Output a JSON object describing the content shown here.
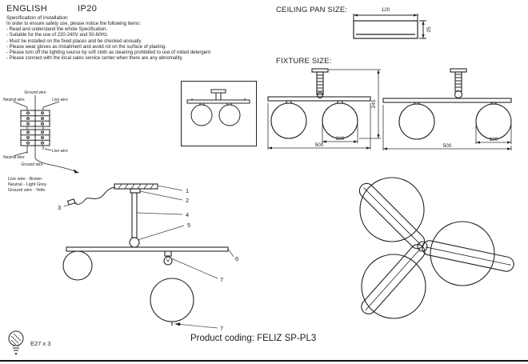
{
  "header": {
    "language": "ENGLISH",
    "ip_rating": "IP20"
  },
  "spec": {
    "title": "Specification of installation",
    "intro": "In order to ensure safety use, please notice the following items:",
    "items": [
      "- Read and understand the whole Specification.",
      "- Suitable for the use of 220-240V and 50-60Hz.",
      "- Must be installed on the fixed places and be checked annually",
      "- Please wear gloves as installment and avoid rot on the surface of plaetng.",
      "- Please turn off the lighting source by soft cloth as cleaning prohibited to use of rotted detergent",
      "- Please connect with the local sales service center when there are any abnomality."
    ]
  },
  "ceiling_pan": {
    "label": "CEILING PAN SIZE:",
    "width_mm": "120",
    "depth_mm": "25"
  },
  "fixture_size": {
    "label": "FIXTURE SIZE:",
    "height_mm": "245",
    "width_mm": "500",
    "shade_diameter_mm": "180"
  },
  "wiring": {
    "labels": {
      "ground_top": "Ground wire",
      "neutral_top": "Neutral wire",
      "live_top": "Live wire",
      "live_bottom": "Live wire",
      "neutral_bottom": "Neutral wire",
      "ground_bottom": "Ground wire"
    },
    "legend": {
      "live": "Live wire - Brown",
      "neutral": "Neutral - Light Grey",
      "ground": "Ground wire - Yello"
    }
  },
  "assembly": {
    "callouts": {
      "c1": "1",
      "c2": "2",
      "c3": "3",
      "c4": "4",
      "c5": "5",
      "c6": "6",
      "c7a": "7",
      "c7b": "7"
    }
  },
  "footer": {
    "bulb_spec": "E27 x 3",
    "product_coding": "Product coding: FELIZ SP-PL3"
  },
  "colors": {
    "ink": "#1f1f1f",
    "paper": "#ffffff"
  }
}
